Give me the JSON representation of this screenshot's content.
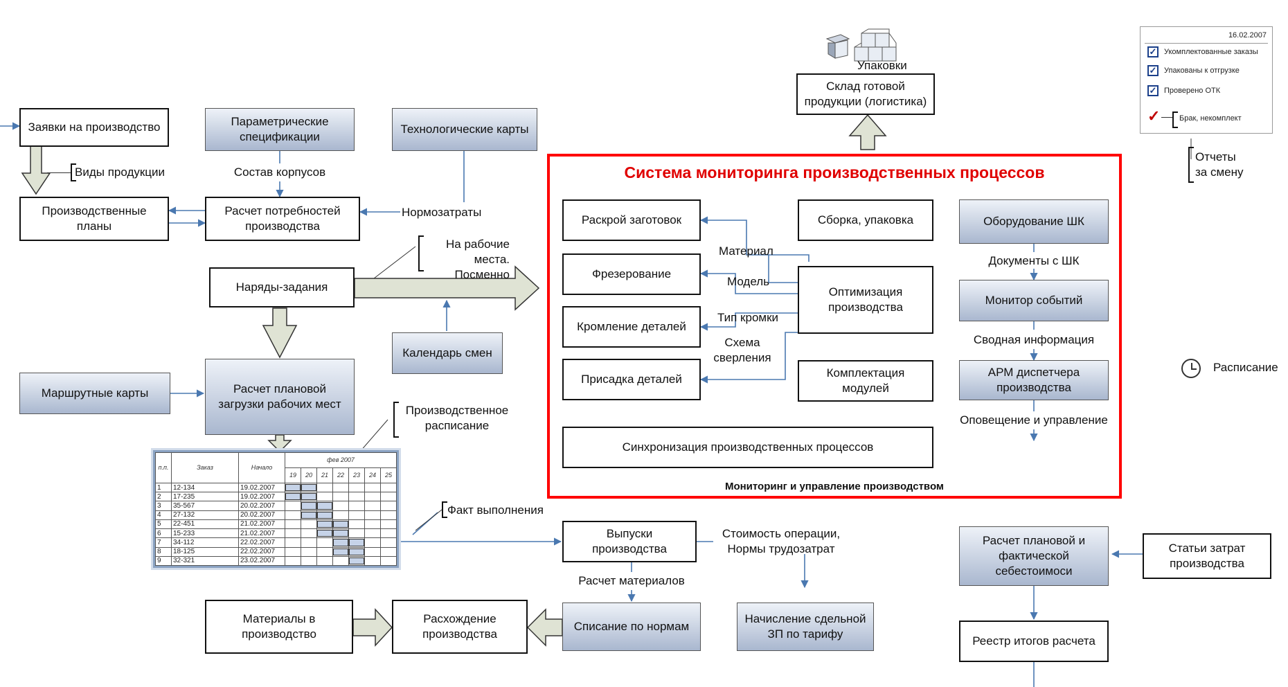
{
  "packaging_label": "Упаковки",
  "finished_goods": "Склад готовой\nпродукции (логистика)",
  "report": {
    "date": "16.02.2007",
    "items": [
      "Укомплектованные заказы",
      "Упакованы к отгрузке",
      "Проверено ОТК"
    ],
    "defect": "Брак, некомплект",
    "shift_reports": "Отчеты\nза смену"
  },
  "schedule_label": "Расписание",
  "left": {
    "requests": "Заявки на производство",
    "product_types": "Виды продукции",
    "production_plans": "Производственные\nпланы",
    "param_specs": "Параметрические\nспецификации",
    "hull_composition": "Состав корпусов",
    "tech_cards": "Технологические карты",
    "calc_needs": "Расчет потребностей\nпроизводства",
    "norm_costs": "Нормозатраты",
    "to_workplaces": "На рабочие места.\nПосменно",
    "work_orders": "Наряды-задания",
    "shift_calendar": "Календарь смен",
    "route_cards": "Маршрутные карты",
    "calc_load": "Расчет плановой\nзагрузки рабочих мест",
    "prod_schedule": "Производственное\nрасписание",
    "fact": "Факт выполнения"
  },
  "gantt": {
    "headers": [
      "п.п.",
      "Заказ",
      "Начало"
    ],
    "month": "фев 2007",
    "days": [
      "19",
      "20",
      "21",
      "22",
      "23",
      "24",
      "25"
    ],
    "rows": [
      {
        "n": "1",
        "order": "12-134",
        "start": "19.02.2007",
        "from": 0,
        "to": 2
      },
      {
        "n": "2",
        "order": "17-235",
        "start": "19.02.2007",
        "from": 0,
        "to": 2
      },
      {
        "n": "3",
        "order": "35-567",
        "start": "20.02.2007",
        "from": 1,
        "to": 3
      },
      {
        "n": "4",
        "order": "27-132",
        "start": "20.02.2007",
        "from": 1,
        "to": 3
      },
      {
        "n": "5",
        "order": "22-451",
        "start": "21.02.2007",
        "from": 2,
        "to": 4
      },
      {
        "n": "6",
        "order": "15-233",
        "start": "21.02.2007",
        "from": 2,
        "to": 4
      },
      {
        "n": "7",
        "order": "34-112",
        "start": "22.02.2007",
        "from": 3,
        "to": 5
      },
      {
        "n": "8",
        "order": "18-125",
        "start": "22.02.2007",
        "from": 3,
        "to": 5
      },
      {
        "n": "9",
        "order": "32-321",
        "start": "23.02.2007",
        "from": 4,
        "to": 5
      }
    ]
  },
  "monitoring": {
    "title": "Система мониторинга производственных процессов",
    "cutting": "Раскрой заготовок",
    "milling": "Фрезерование",
    "edging": "Кромление деталей",
    "fitting": "Присадка деталей",
    "assembly": "Сборка, упаковка",
    "optimization": "Оптимизация\nпроизводства",
    "modules": "Комплектация\nмодулей",
    "sync": "Синхронизация производственных процессов",
    "material": "Материал",
    "model": "Модель",
    "edge_type": "Тип кромки",
    "drilling": "Схема\nсверления",
    "barcode_eq": "Оборудование ШК",
    "barcode_docs": "Документы с ШК",
    "event_monitor": "Монитор событий",
    "summary": "Сводная информация",
    "dispatcher": "АРМ диспетчера\nпроизводства",
    "notify": "Оповещение и управление",
    "caption": "Мониторинг и управление производством"
  },
  "bottom": {
    "releases": "Выпуски производства",
    "op_cost": "Стоимость операции,\nНормы трудозатрат",
    "calc_materials": "Расчет материалов",
    "writeoff": "Списание по нормам",
    "piecework": "Начисление сдельной\nЗП по тарифу",
    "materials": "Материалы в\nпроизводство",
    "discrepancy": "Расхождение\nпроизводства",
    "cost_calc": "Расчет плановой и\nфактической\nсебестоимоси",
    "cost_items": "Статьи затрат\nпроизводства",
    "registry": "Реестр итогов расчета"
  }
}
